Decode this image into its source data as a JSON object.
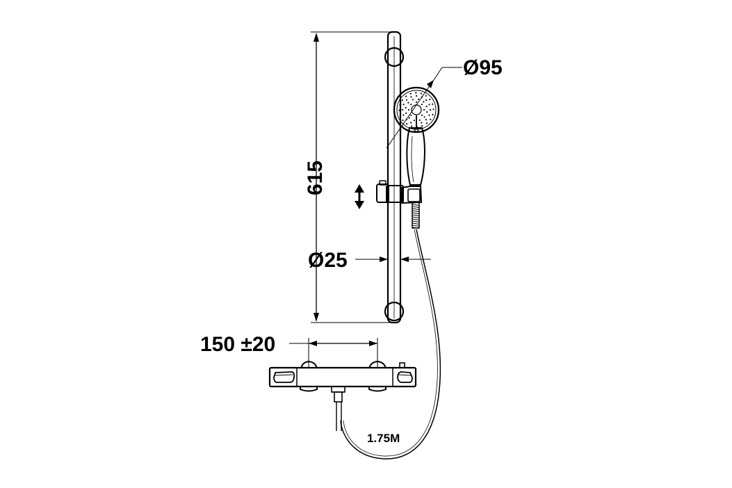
{
  "dimensions": {
    "rail_length": "615",
    "head_diameter": "Ø95",
    "rail_diameter": "Ø25",
    "mixer_centres": "150 ±20",
    "hose_length": "1.75M"
  },
  "icons": {
    "adjust_arrow": "double-arrow-vertical-icon"
  }
}
